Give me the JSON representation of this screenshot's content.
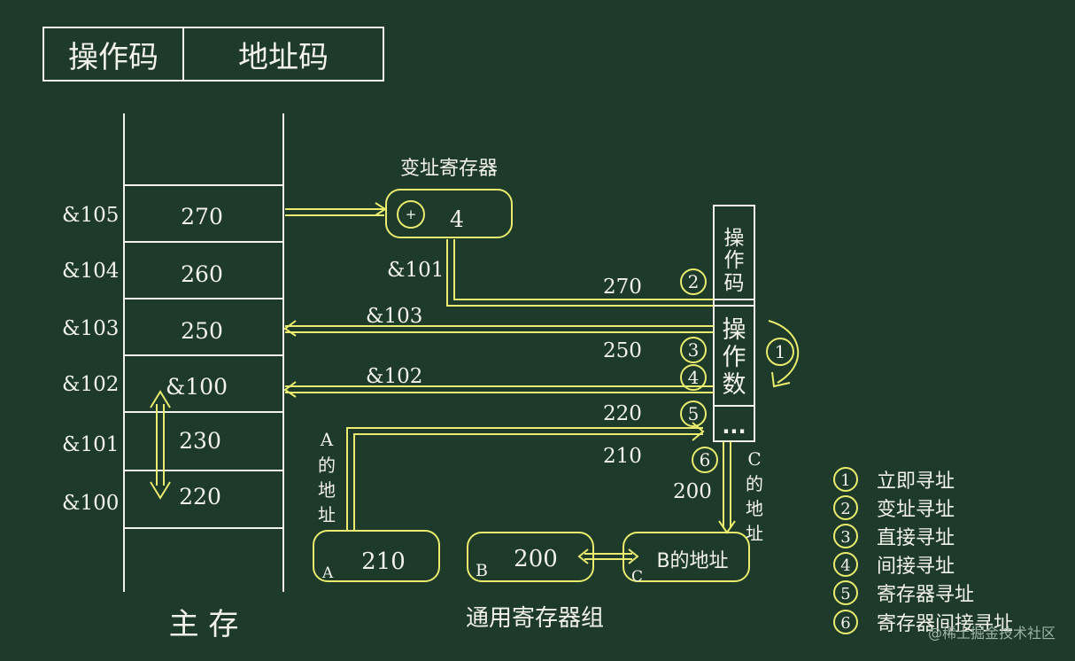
{
  "header": {
    "opcode": "操作码",
    "address_code": "地址码"
  },
  "memory": {
    "title": "主 存",
    "cells": [
      {
        "addr": "&105",
        "value": "270"
      },
      {
        "addr": "&104",
        "value": "260"
      },
      {
        "addr": "&103",
        "value": "250"
      },
      {
        "addr": "&102",
        "value": "&100"
      },
      {
        "addr": "&101",
        "value": "230"
      },
      {
        "addr": "&100",
        "value": "220"
      }
    ]
  },
  "index_register": {
    "title": "变址寄存器",
    "op": "+",
    "value": "4"
  },
  "instruction": {
    "opcode_chars": [
      "操",
      "作",
      "码"
    ],
    "operand_chars": [
      "操",
      "作",
      "数"
    ],
    "more": "..."
  },
  "paths": {
    "index_base": "&101",
    "index_result": "270",
    "direct_addr": "&103",
    "direct_result": "250",
    "indirect_addr": "&102",
    "register_result": "220",
    "reg_indirect_result": "210",
    "b_value_result": "200"
  },
  "registers": {
    "title": "通用寄存器组",
    "a_label": "A",
    "a_value": "210",
    "a_note": [
      "A",
      "的",
      "地",
      "址"
    ],
    "b_label": "B",
    "b_value": "200",
    "c_label": "C",
    "c_value": "B的地址",
    "c_note": [
      "C",
      "的",
      "地",
      "址"
    ]
  },
  "markers": [
    "1",
    "2",
    "3",
    "4",
    "5",
    "6"
  ],
  "legend": [
    {
      "num": "1",
      "label": "立即寻址"
    },
    {
      "num": "2",
      "label": "变址寻址"
    },
    {
      "num": "3",
      "label": "直接寻址"
    },
    {
      "num": "4",
      "label": "间接寻址"
    },
    {
      "num": "5",
      "label": "寄存器寻址"
    },
    {
      "num": "6",
      "label": "寄存器间接寻址"
    }
  ],
  "watermark": "@稀土掘金技术社区"
}
